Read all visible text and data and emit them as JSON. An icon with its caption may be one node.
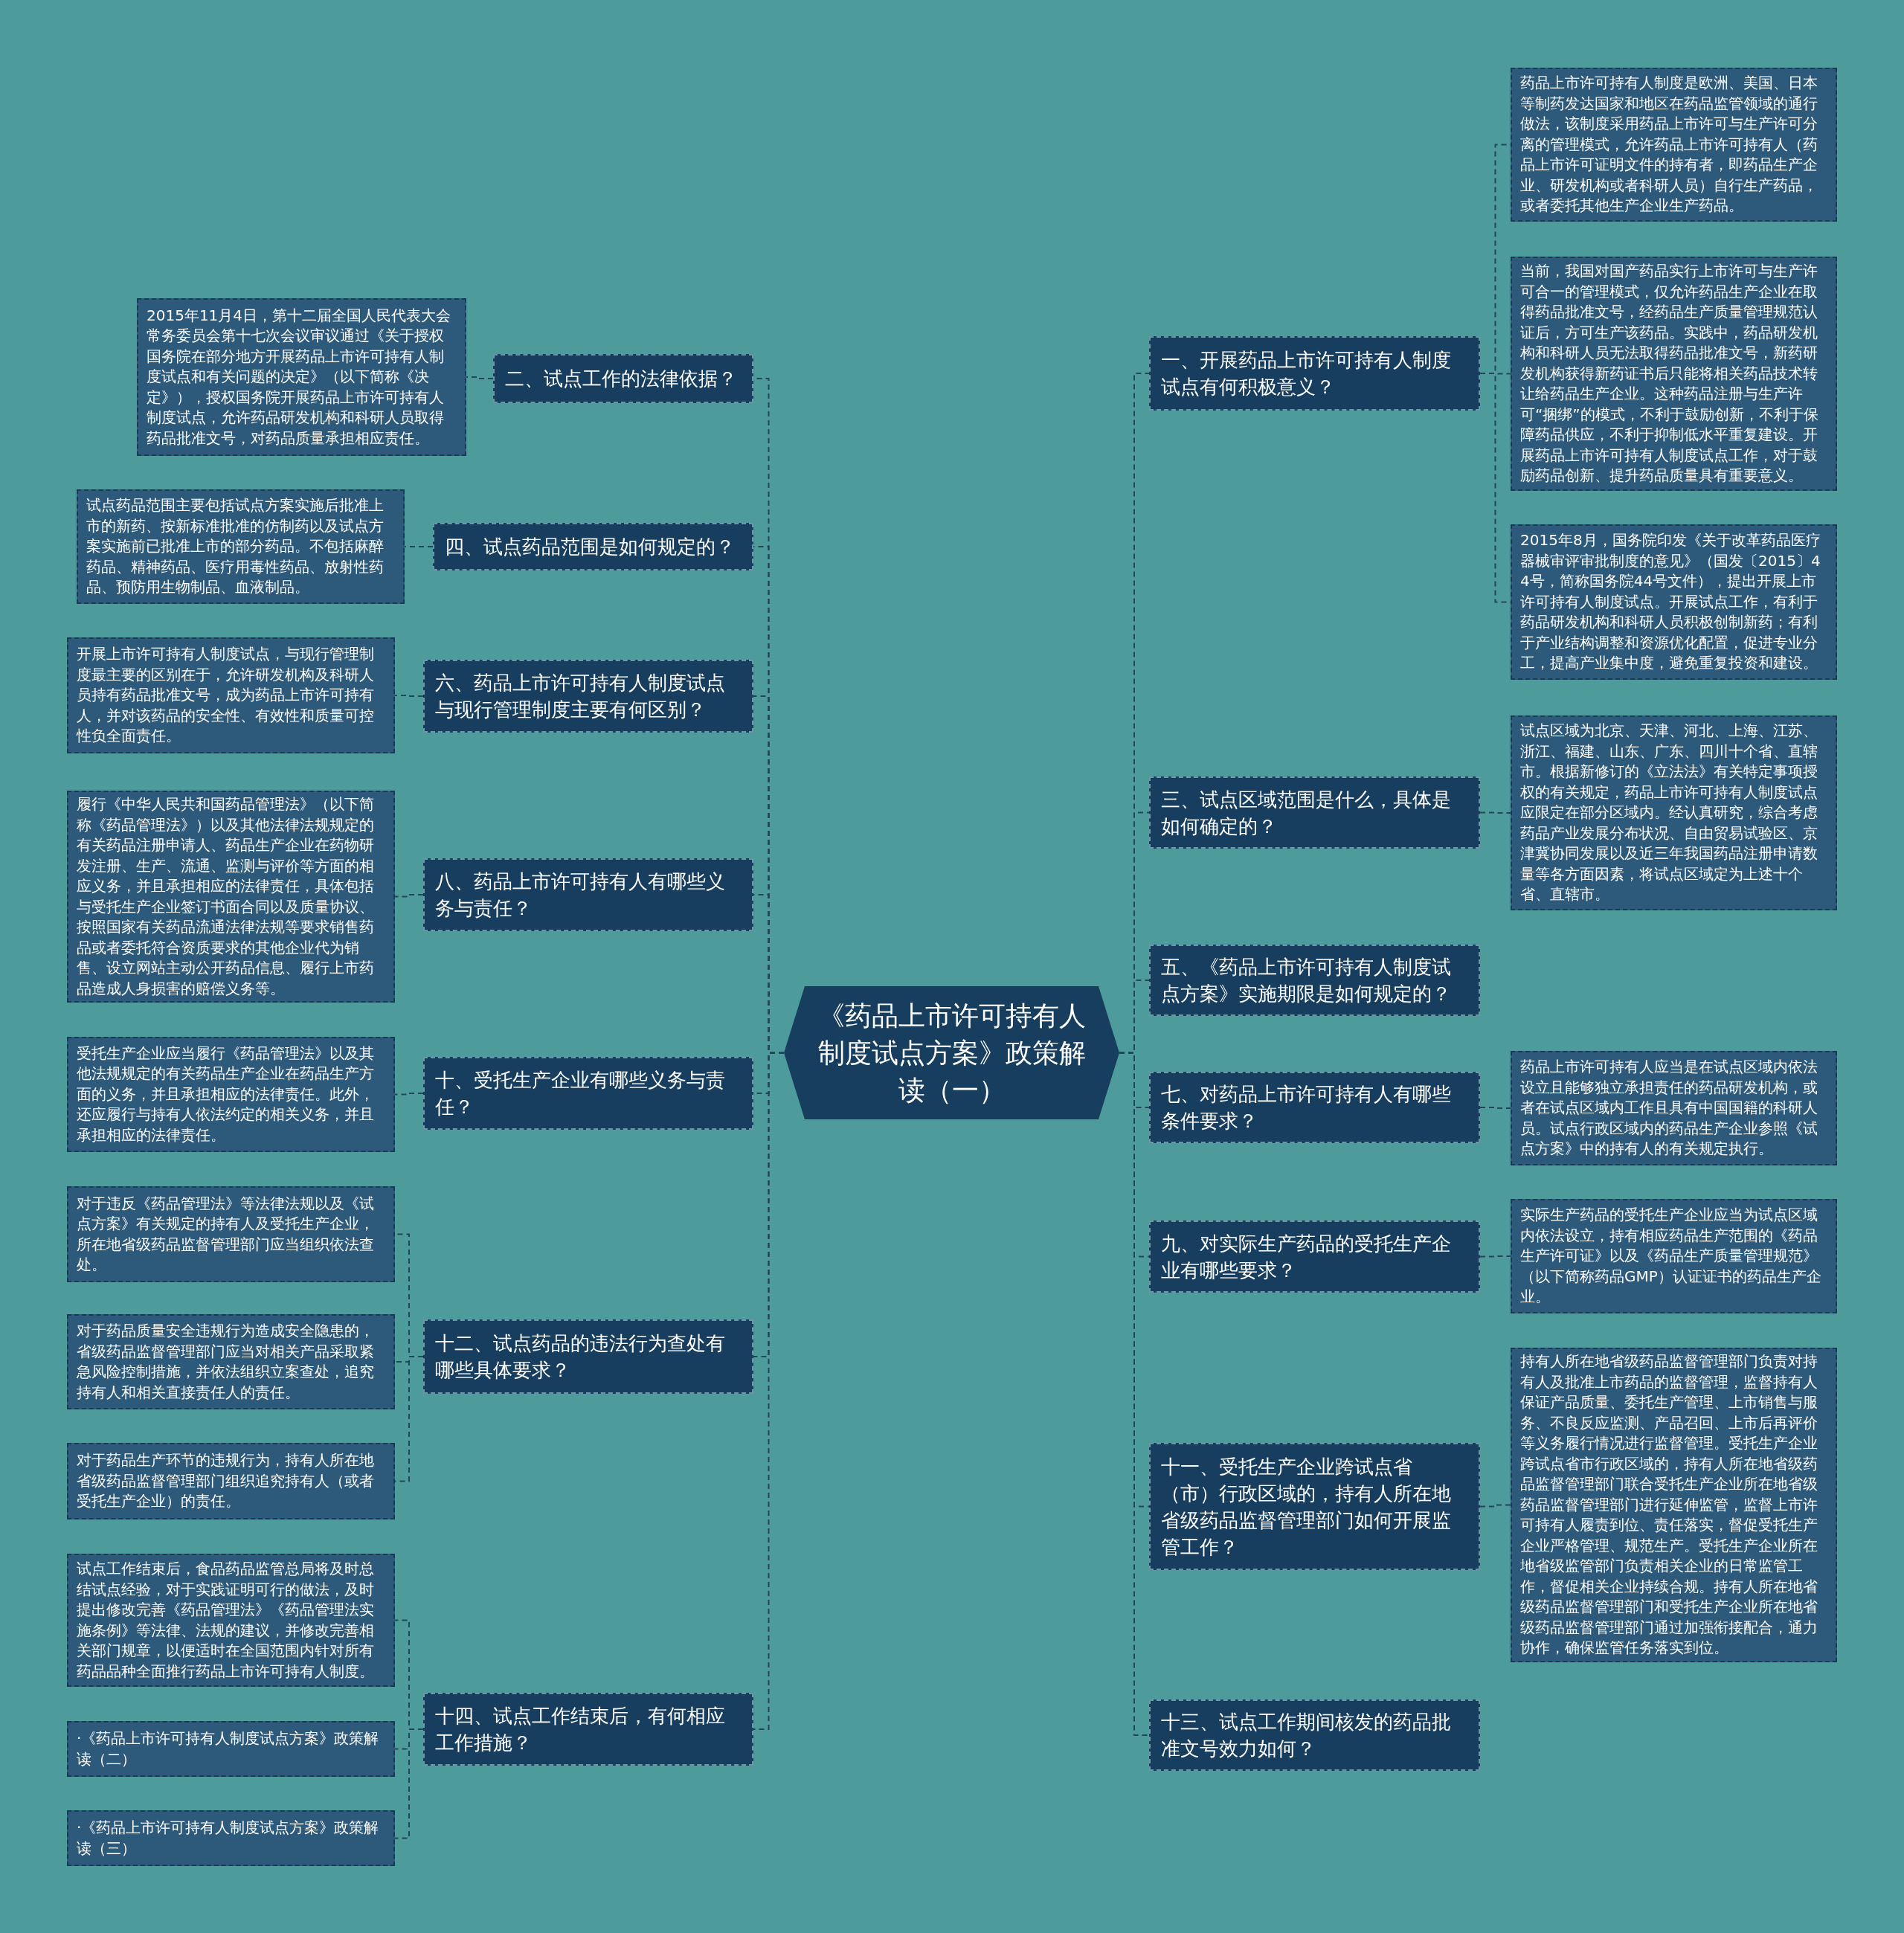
{
  "diagram": {
    "nodes": [
      {
        "text": [
          "《药品上市许可持有人制度试点方案》政策解读（一）"
        ]
      },
      {
        "text": [
          "一、开展药品上市许可持有人制度试点有何积极意义？"
        ]
      },
      {
        "text": [
          "药品上市许可持有人制度是欧洲、美国、日本等制药发达国家和地区在药品监管领域的通行做法，该制度采用药品上市许可与生产许可分离的管理模式，允许药品上市许可持有人（药品上市许可证明文件的持有者，即药品生产企业、研发机构或者科研人员）自行生产药品，或者委托其他生产企业生产药品。"
        ]
      },
      {
        "text": [
          "当前，我国对国产药品实行上市许可与生产许可合一的管理模式，仅允许药品生产企业在取得药品批准文号，经药品生产质量管理规范认证后，方可生产该药品。实践中，药品研发机构和科研人员无法取得药品批准文号，新药研发机构获得新药证书后只能将相关药品技术转让给药品生产企业。这种药品注册与生产许可“捆绑”的模式，不利于鼓励创新，不利于保障药品供应，不利于抑制低水平重复建设。开展药品上市许可持有人制度试点工作，对于鼓励药品创新、提升药品质量具有重要意义。"
        ]
      },
      {
        "text": [
          "2015年8月，国务院印发《关于改革药品医疗器械审评审批制度的意见》（国发〔2015〕44号，简称国务院44号文件），提出开展上市许可持有人制度试点。开展试点工作，有利于药品研发机构和科研人员积极创制新药；有利于产业结构调整和资源优化配置，促进专业分工，提高产业集中度，避免重复投资和建设。"
        ]
      },
      {
        "text": [
          "二、试点工作的法律依据？"
        ]
      },
      {
        "text": [
          "2015年11月4日，第十二届全国人民代表大会常务委员会第十七次会议审议通过《关于授权国务院在部分地方开展药品上市许可持有人制度试点和有关问题的决定》（以下简称《决定》），授权国务院开展药品上市许可持有人制度试点，允许药品研发机构和科研人员取得药品批准文号，对药品质量承担相应责任。"
        ]
      },
      {
        "text": [
          "三、试点区域范围是什么，具体是如何确定的？"
        ]
      },
      {
        "text": [
          "试点区域为北京、天津、河北、上海、江苏、浙江、福建、山东、广东、四川十个省、直辖市。根据新修订的《立法法》有关特定事项授权的有关规定，药品上市许可持有人制度试点应限定在部分区域内。经认真研究，综合考虑药品产业发展分布状况、自由贸易试验区、京津冀协同发展以及近三年我国药品注册申请数量等各方面因素，将试点区域定为上述十个省、直辖市。"
        ]
      },
      {
        "text": [
          "四、试点药品范围是如何规定的？"
        ]
      },
      {
        "text": [
          "试点药品范围主要包括试点方案实施后批准上市的新药、按新标准批准的仿制药以及试点方案实施前已批准上市的部分药品。不包括麻醉药品、精神药品、医疗用毒性药品、放射性药品、预防用生物制品、血液制品。"
        ]
      },
      {
        "text": [
          "五、《药品上市许可持有人制度试点方案》实施期限是如何规定的？"
        ]
      },
      {
        "text": [
          "六、药品上市许可持有人制度试点与现行管理制度主要有何区别？"
        ]
      },
      {
        "text": [
          "开展上市许可持有人制度试点，与现行管理制度最主要的区别在于，允许研发机构及科研人员持有药品批准文号，成为药品上市许可持有人，并对该药品的安全性、有效性和质量可控性负全面责任。"
        ]
      },
      {
        "text": [
          "七、对药品上市许可持有人有哪些条件要求？"
        ]
      },
      {
        "text": [
          "药品上市许可持有人应当是在试点区域内依法设立且能够独立承担责任的药品研发机构，或者在试点区域内工作且具有中国国籍的科研人员。试点行政区域内的药品生产企业参照《试点方案》中的持有人的有关规定执行。"
        ]
      },
      {
        "text": [
          "八、药品上市许可持有人有哪些义务与责任？"
        ]
      },
      {
        "text": [
          "履行《中华人民共和国药品管理法》（以下简称《药品管理法》）以及其他法律法规规定的有关药品注册申请人、药品生产企业在药物研发注册、生产、流通、监测与评价等方面的相应义务，并且承担相应的法律责任，具体包括与受托生产企业签订书面合同以及质量协议、按照国家有关药品流通法律法规等要求销售药品或者委托符合资质要求的其他企业代为销售、设立网站主动公开药品信息、履行上市药品造成人身损害的赔偿义务等。"
        ]
      },
      {
        "text": [
          "九、对实际生产药品的受托生产企业有哪些要求？"
        ]
      },
      {
        "text": [
          "实际生产药品的受托生产企业应当为试点区域内依法设立，持有相应药品生产范围的《药品生产许可证》以及《药品生产质量管理规范》（以下简称药品GMP）认证证书的药品生产企业。"
        ]
      },
      {
        "text": [
          "十、受托生产企业有哪些义务与责任？"
        ]
      },
      {
        "text": [
          "受托生产企业应当履行《药品管理法》以及其他法规规定的有关药品生产企业在药品生产方面的义务，并且承担相应的法律责任。此外，还应履行与持有人依法约定的相关义务，并且承担相应的法律责任。"
        ]
      },
      {
        "text": [
          "十一、受托生产企业跨试点省（市）行政区域的，持有人所在地省级药品监督管理部门如何开展监管工作？"
        ]
      },
      {
        "text": [
          "持有人所在地省级药品监督管理部门负责对持有人及批准上市药品的监督管理，监督持有人保证产品质量、委托生产管理、上市销售与服务、不良反应监测、产品召回、上市后再评价等义务履行情况进行监督管理。受托生产企业跨试点省市行政区域的，持有人所在地省级药品监督管理部门联合受托生产企业所在地省级药品监督管理部门进行延伸监管，监督上市许可持有人履责到位、责任落实，督促受托生产企业严格管理、规范生产。受托生产企业所在地省级监管部门负责相关企业的日常监管工作，督促相关企业持续合规。持有人所在地省级药品监督管理部门和受托生产企业所在地省级药品监督管理部门通过加强衔接配合，通力协作，确保监管任务落实到位。"
        ]
      },
      {
        "text": [
          "十二、试点药品的违法行为查处有哪些具体要求？"
        ]
      },
      {
        "text": [
          "对于违反《药品管理法》等法律法规以及《试点方案》有关规定的持有人及受托生产企业，所在地省级药品监督管理部门应当组织依法查处。"
        ]
      },
      {
        "text": [
          "对于药品质量安全违规行为造成安全隐患的，省级药品监督管理部门应当对相关产品采取紧急风险控制措施，并依法组织立案查处，追究持有人和相关直接责任人的责任。"
        ]
      },
      {
        "text": [
          "对于药品生产环节的违规行为，持有人所在地省级药品监督管理部门组织追究持有人（或者受托生产企业）的责任。"
        ]
      },
      {
        "text": [
          "十三、试点工作期间核发的药品批准文号效力如何？"
        ]
      },
      {
        "text": [
          "十四、试点工作结束后，有何相应工作措施？"
        ]
      },
      {
        "text": [
          "试点工作结束后，食品药品监管总局将及时总结试点经验，对于实践证明可行的做法，及时提出修改完善《药品管理法》《药品管理法实施条例》等法律、法规的建议，并修改完善相关部门规章，以便适时在全国范围内针对所有药品品种全面推行药品上市许可持有人制度。"
        ]
      },
      {
        "text": [
          "·《药品上市许可持有人制度试点方案》政策解读（二）"
        ]
      },
      {
        "text": [
          "·《药品上市许可持有人制度试点方案》政策解读（三）"
        ]
      }
    ],
    "edges": [
      {
        "from": 0,
        "to": 1,
        "arrow": "none"
      },
      {
        "from": 1,
        "to": 2,
        "arrow": "none"
      },
      {
        "from": 1,
        "to": 3,
        "arrow": "none"
      },
      {
        "from": 1,
        "to": 4,
        "arrow": "none"
      },
      {
        "from": 0,
        "to": 5,
        "arrow": "none"
      },
      {
        "from": 5,
        "to": 6,
        "arrow": "none"
      },
      {
        "from": 0,
        "to": 7,
        "arrow": "none"
      },
      {
        "from": 7,
        "to": 8,
        "arrow": "none"
      },
      {
        "from": 0,
        "to": 9,
        "arrow": "none"
      },
      {
        "from": 9,
        "to": 10,
        "arrow": "none"
      },
      {
        "from": 0,
        "to": 11,
        "arrow": "none"
      },
      {
        "from": 0,
        "to": 12,
        "arrow": "none"
      },
      {
        "from": 12,
        "to": 13,
        "arrow": "none"
      },
      {
        "from": 0,
        "to": 14,
        "arrow": "none"
      },
      {
        "from": 14,
        "to": 15,
        "arrow": "none"
      },
      {
        "from": 0,
        "to": 16,
        "arrow": "none"
      },
      {
        "from": 16,
        "to": 17,
        "arrow": "none"
      },
      {
        "from": 0,
        "to": 18,
        "arrow": "none"
      },
      {
        "from": 18,
        "to": 19,
        "arrow": "none"
      },
      {
        "from": 0,
        "to": 20,
        "arrow": "none"
      },
      {
        "from": 20,
        "to": 21,
        "arrow": "none"
      },
      {
        "from": 0,
        "to": 22,
        "arrow": "none"
      },
      {
        "from": 22,
        "to": 23,
        "arrow": "none"
      },
      {
        "from": 0,
        "to": 24,
        "arrow": "none"
      },
      {
        "from": 24,
        "to": 25,
        "arrow": "none"
      },
      {
        "from": 24,
        "to": 26,
        "arrow": "none"
      },
      {
        "from": 24,
        "to": 27,
        "arrow": "none"
      },
      {
        "from": 0,
        "to": 28,
        "arrow": "none"
      },
      {
        "from": 0,
        "to": 29,
        "arrow": "none"
      },
      {
        "from": 29,
        "to": 30,
        "arrow": "none"
      },
      {
        "from": 29,
        "to": 31,
        "arrow": "none"
      },
      {
        "from": 29,
        "to": 32,
        "arrow": "none"
      }
    ]
  }
}
